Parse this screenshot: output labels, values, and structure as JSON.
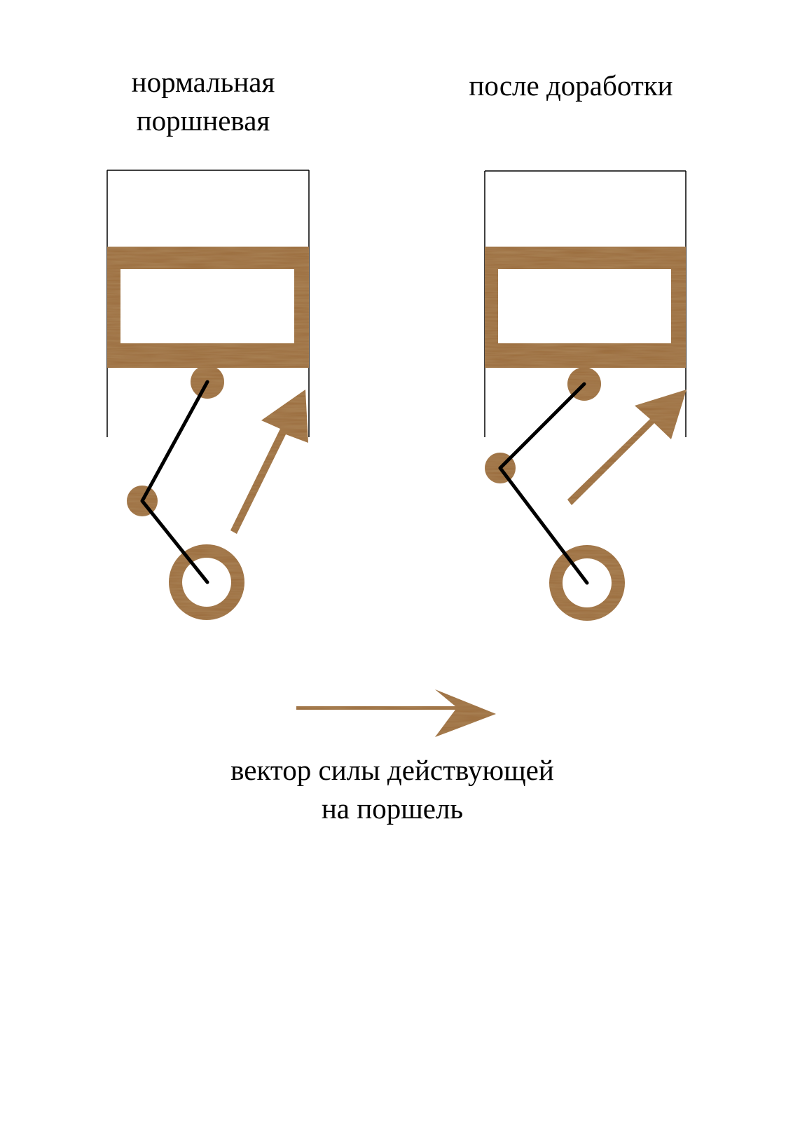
{
  "labels": {
    "left_title_line1": "нормальная",
    "left_title_line2": "поршневая",
    "right_title": "после доработки",
    "caption_line1": "вектор силы действующей",
    "caption_line2": "на поршель"
  },
  "colors": {
    "wood": "#9a6a3a",
    "line": "#000000",
    "background": "#ffffff"
  }
}
